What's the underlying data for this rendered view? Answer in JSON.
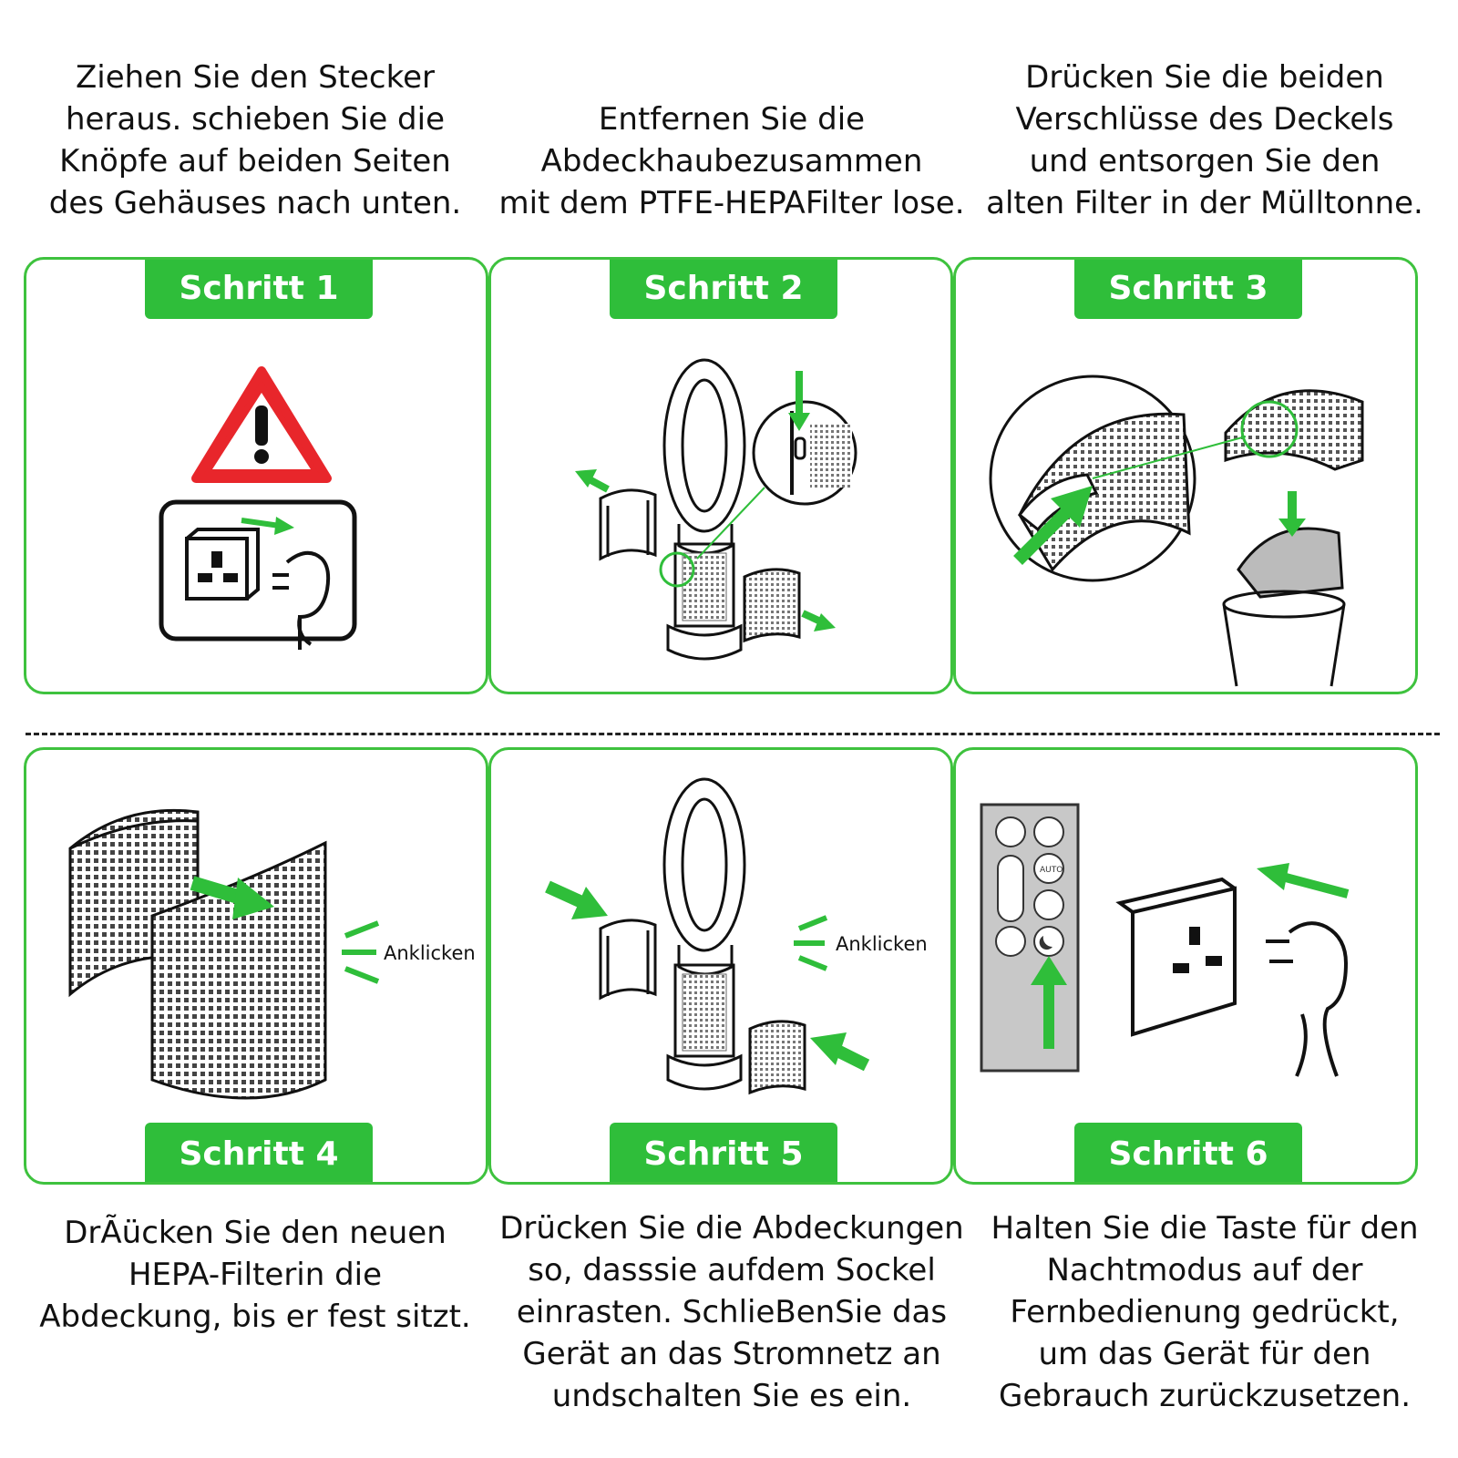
{
  "steps": [
    {
      "label": "Schritt 1",
      "caption": "Ziehen Sie den Stecker\nheraus. schieben Sie die\nKnöpfe auf beiden Seiten\ndes Gehäuses nach unten."
    },
    {
      "label": "Schritt 2",
      "caption": "Entfernen Sie die\nAbdeckhaubezusammen\nmit dem PTFE-HEPAFilter lose."
    },
    {
      "label": "Schritt 3",
      "caption": "Drücken Sie die beiden\nVerschlüsse des Deckels\nund entsorgen Sie den\nalten Filter in der Mülltonne."
    },
    {
      "label": "Schritt 4",
      "caption": "DrÃücken Sie den neuen\nHEPA-Filterin die\nAbdeckung, bis er fest sitzt.",
      "click_label": "Anklicken"
    },
    {
      "label": "Schritt 5",
      "caption": "Drücken Sie die Abdeckungen\nso, dasssie aufdem Sockel\neinrasten. SchlieBenSie das\nGerät an das Stromnetz an\nundschalten Sie es ein.",
      "click_label": "Anklicken"
    },
    {
      "label": "Schritt 6",
      "caption": "Halten Sie die Taste für den\nNachtmodus auf der\nFernbedienung gedrückt,\num das Gerät für den\nGebrauch zurückzusetzen."
    }
  ],
  "colors": {
    "accent": "#2fbe3a",
    "border": "#3ec23e",
    "warning": "#e8262b"
  }
}
